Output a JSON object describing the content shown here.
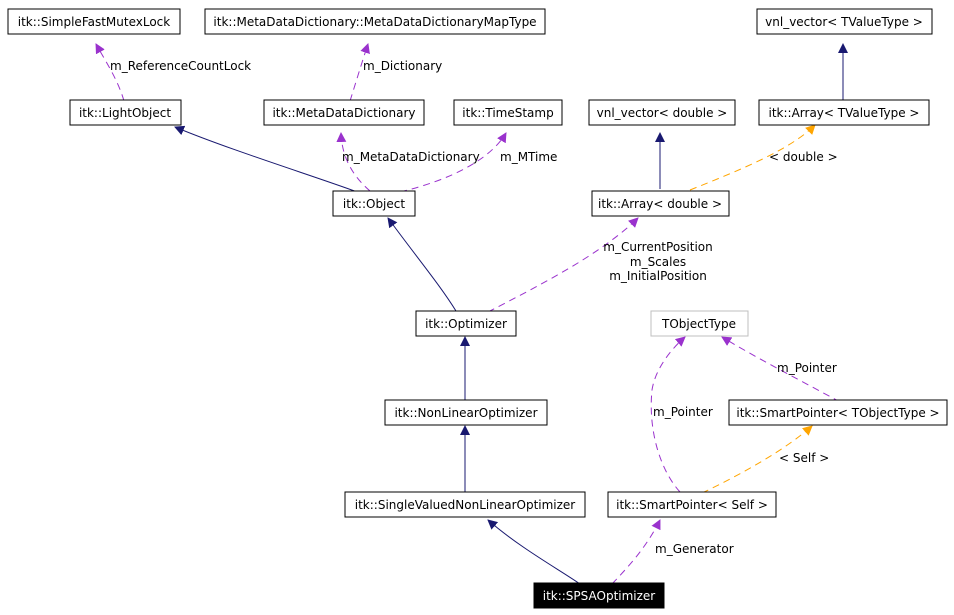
{
  "colors": {
    "inheritance": "#191970",
    "usage": "#9a32cd",
    "template": "#ffa500",
    "focus_fill": "#000000",
    "focus_text": "#ffffff",
    "ghost_border": "#bfbfbf"
  },
  "nodes": {
    "simple_fast_mutex_lock": "itk::SimpleFastMutexLock",
    "meta_data_dictionary_map_type": "itk::MetaDataDictionary::MetaDataDictionaryMapType",
    "vnl_vector_tvaluetype": "vnl_vector< TValueType >",
    "light_object": "itk::LightObject",
    "meta_data_dictionary": "itk::MetaDataDictionary",
    "time_stamp": "itk::TimeStamp",
    "vnl_vector_double": "vnl_vector< double >",
    "array_tvaluetype": "itk::Array< TValueType >",
    "object": "itk::Object",
    "array_double": "itk::Array< double >",
    "optimizer": "itk::Optimizer",
    "tobjecttype": "TObjectType",
    "non_linear_optimizer": "itk::NonLinearOptimizer",
    "smart_pointer_tobjecttype": "itk::SmartPointer< TObjectType >",
    "single_valued_non_linear_optimizer": "itk::SingleValuedNonLinearOptimizer",
    "smart_pointer_self": "itk::SmartPointer< Self >",
    "spsa_optimizer": "itk::SPSAOptimizer"
  },
  "edge_labels": {
    "reference_count_lock": "m_ReferenceCountLock",
    "dictionary": "m_Dictionary",
    "meta_data_dictionary": "m_MetaDataDictionary",
    "mtime": "m_MTime",
    "double_param": "< double >",
    "current_position": "m_CurrentPosition",
    "scales": "m_Scales",
    "initial_position": "m_InitialPosition",
    "pointer_right": "m_Pointer",
    "pointer_left": "m_Pointer",
    "self_param": "< Self >",
    "generator": "m_Generator"
  }
}
